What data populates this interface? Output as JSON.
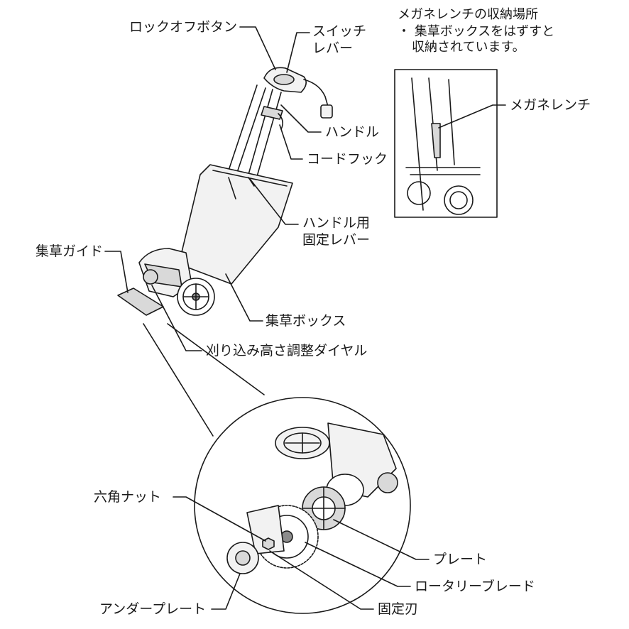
{
  "labels": {
    "lock_off_button": "ロックオフボタン",
    "switch_lever_line1": "スイッチ",
    "switch_lever_line2": "レバー",
    "handle": "ハンドル",
    "cord_hook": "コードフック",
    "handle_lock_line1": "ハンドル用",
    "handle_lock_line2": "固定レバー",
    "grass_guide": "集草ガイド",
    "grass_box": "集草ボックス",
    "height_dial": "刈り込み高さ調整ダイヤル",
    "hex_nut": "六角ナット",
    "plate": "プレート",
    "rotary_blade": "ロータリーブレード",
    "fixed_blade": "固定刃",
    "under_plate": "アンダープレート"
  },
  "inset": {
    "title": "メガネレンチの収納場所",
    "note_line1": "・ 集草ボックスをはずすと",
    "note_line2": "収納されています。",
    "wrench_label": "メガネレンチ"
  },
  "colors": {
    "line": "#1a1a1a",
    "fill_light": "#f2f2f2",
    "fill_mid": "#d9d9d9",
    "fill_dark": "#8c8c8c"
  }
}
